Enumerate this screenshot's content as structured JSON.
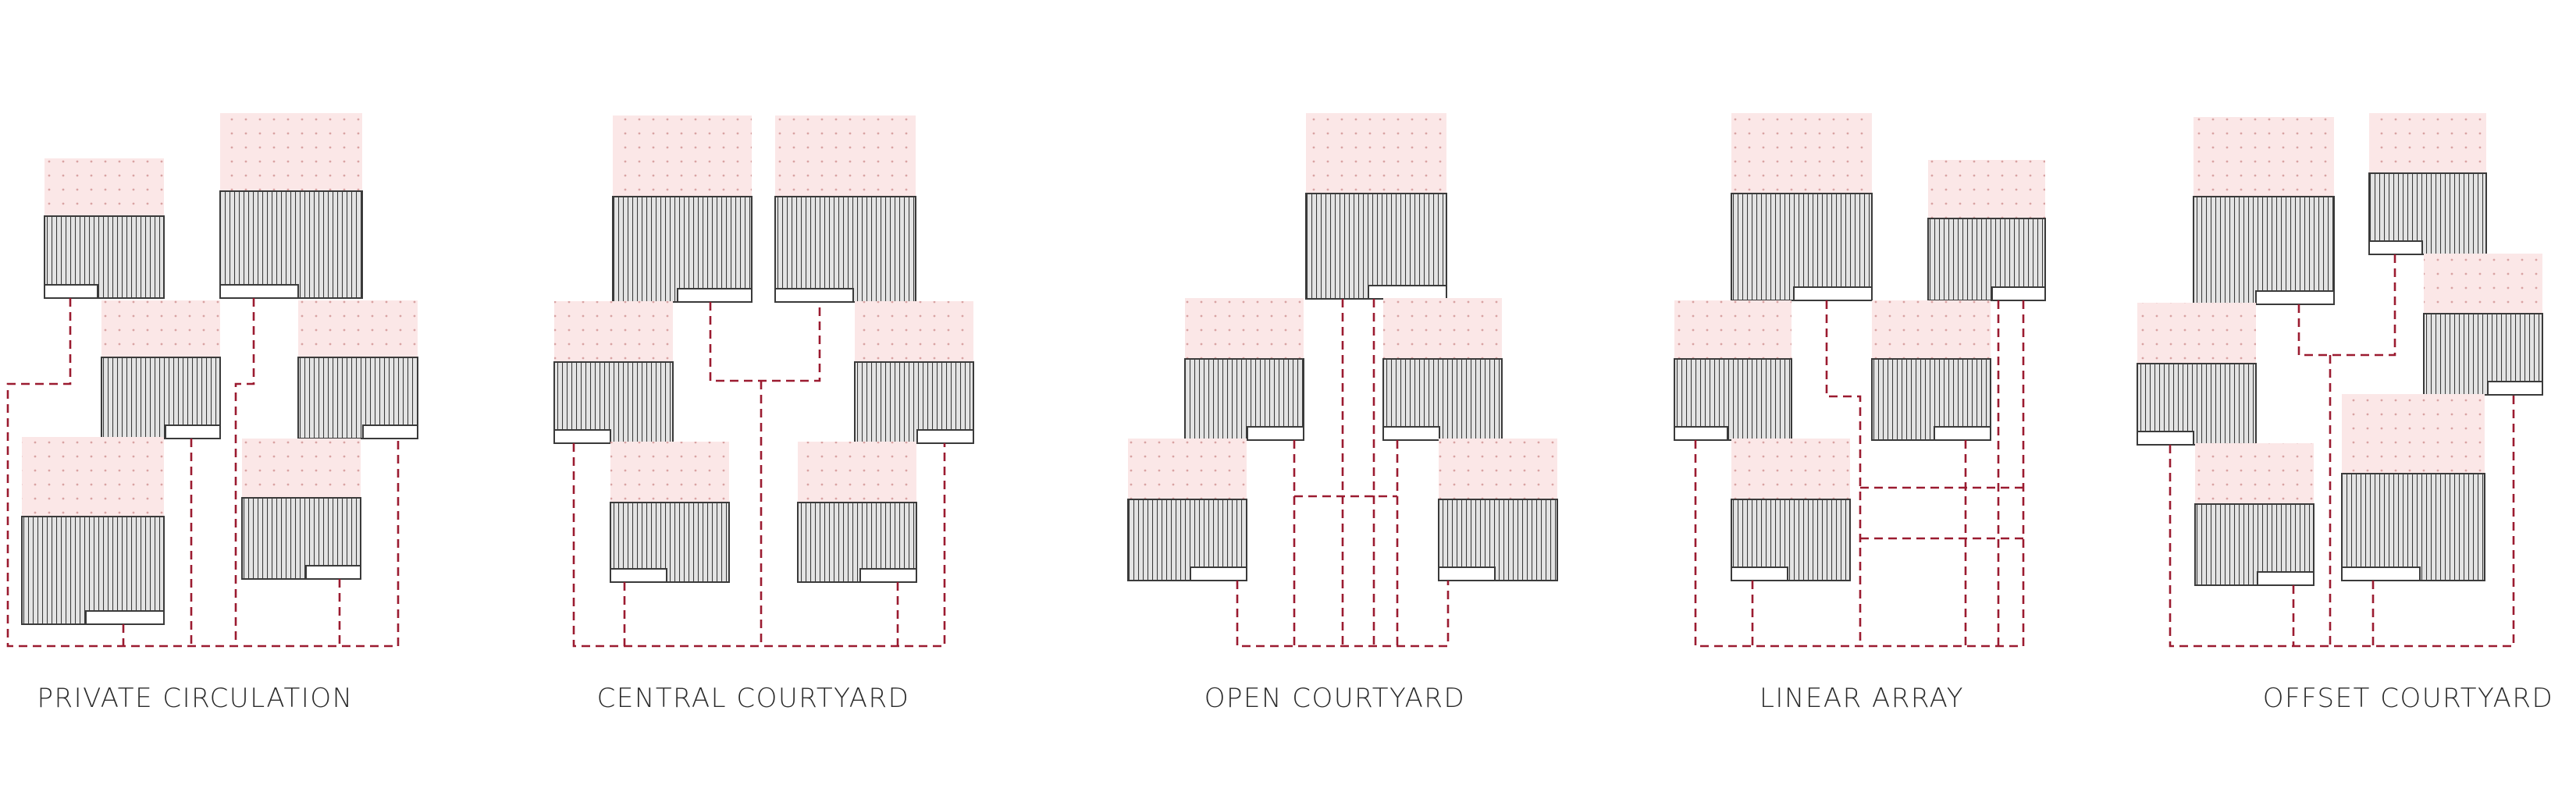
{
  "diagram": {
    "layouts": [
      {
        "id": "private-circulation",
        "caption": "PRIVATE CIRCULATION"
      },
      {
        "id": "central-courtyard",
        "caption": "CENTRAL COURTYARD"
      },
      {
        "id": "open-courtyard",
        "caption": "OPEN COURTYARD"
      },
      {
        "id": "linear-array",
        "caption": "LINEAR ARRAY"
      },
      {
        "id": "offset-courtyard",
        "caption": "OFFSET COURTYARD"
      }
    ]
  },
  "colors": {
    "yard_fill": "#fbe7e7",
    "yard_dot": "#d9a3a3",
    "roof_line": "#3a3a3a",
    "roof_fill": "#d9d9d9",
    "path_red": "#9b1b30",
    "caption_text": "#2b2b2b"
  }
}
